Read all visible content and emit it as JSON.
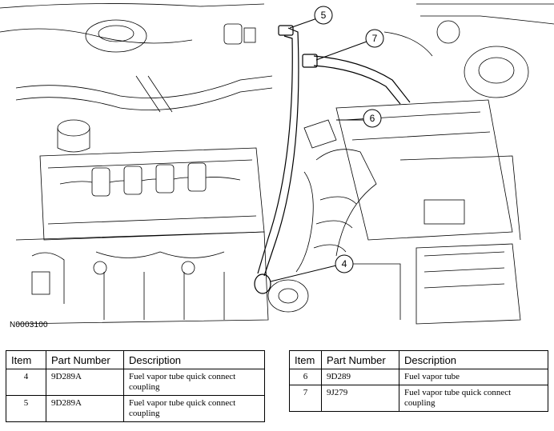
{
  "figure_id": "N0003100",
  "callouts": [
    {
      "id": "callout-5",
      "label": "5"
    },
    {
      "id": "callout-7",
      "label": "7"
    },
    {
      "id": "callout-6",
      "label": "6"
    },
    {
      "id": "callout-4",
      "label": "4"
    }
  ],
  "tables": {
    "headers": {
      "item": "Item",
      "part_number": "Part Number",
      "description": "Description"
    },
    "left": [
      {
        "item": "4",
        "part_number": "9D289A",
        "description": "Fuel vapor tube quick connect coupling"
      },
      {
        "item": "5",
        "part_number": "9D289A",
        "description": "Fuel vapor tube quick connect coupling"
      }
    ],
    "right": [
      {
        "item": "6",
        "part_number": "9D289",
        "description": "Fuel vapor tube"
      },
      {
        "item": "7",
        "part_number": "9J279",
        "description": "Fuel vapor tube quick connect coupling"
      }
    ]
  }
}
